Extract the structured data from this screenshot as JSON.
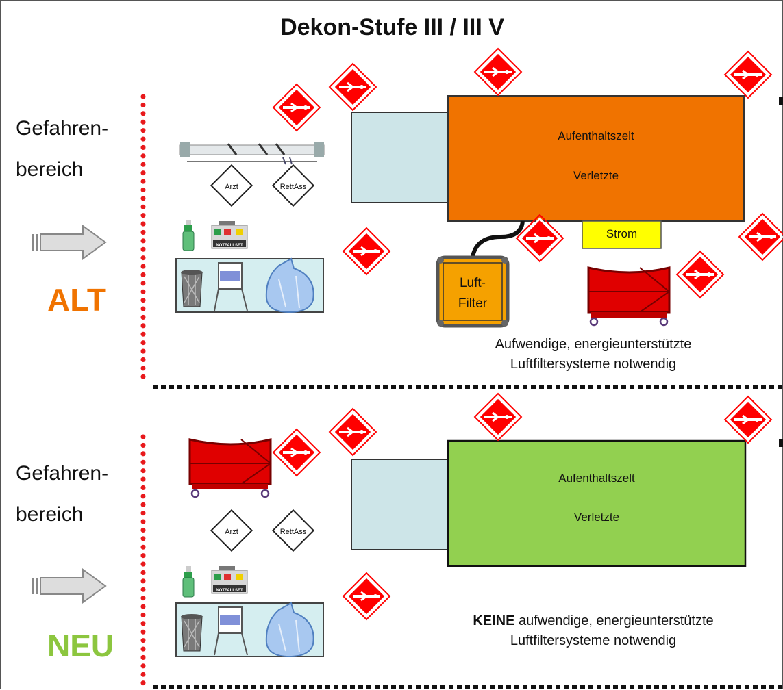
{
  "title": "Dekon-Stufe III / III V",
  "colors": {
    "hazard_red": "#ff0000",
    "dots_red": "#e8191c",
    "tent_old": "#f07300",
    "tent_new": "#92d050",
    "annex_blue": "#cde5e8",
    "power_yellow": "#ffff00",
    "filter_orange": "#f5a100",
    "status_alt": "#f07300",
    "status_neu": "#8cc63f"
  },
  "panels": [
    {
      "zone_label_line1": "Gefahren-",
      "zone_label_line2": "bereich",
      "status": "ALT",
      "tent_line1": "Aufenthaltszelt",
      "tent_line2": "Verletzte",
      "power_label": "Strom",
      "filter_line1": "Luft-",
      "filter_line2": "Filter",
      "note_prefix": "",
      "note_line1": "Aufwendige, energieunterstützte",
      "note_line2": "Luftfiltersysteme notwendig"
    },
    {
      "zone_label_line1": "Gefahren-",
      "zone_label_line2": "bereich",
      "status": "NEU",
      "tent_line1": "Aufenthaltszelt",
      "tent_line2": "Verletzte",
      "note_prefix": "KEINE",
      "note_line1": " aufwendige, energieunterstützte",
      "note_line2": "Luftfiltersysteme notwendig"
    }
  ],
  "signs": {
    "doctor": "Arzt",
    "paramedic": "RettAss",
    "first_aid_kit": "NOTFALLSET"
  },
  "icons": [
    "hazard-diamond-icon",
    "arrow-right-icon",
    "stretcher-icon",
    "spray-bottle-icon",
    "first-aid-kit-icon",
    "trash-bin-icon",
    "chair-icon",
    "waste-bag-icon",
    "transport-trolley-icon",
    "air-filter-icon"
  ]
}
